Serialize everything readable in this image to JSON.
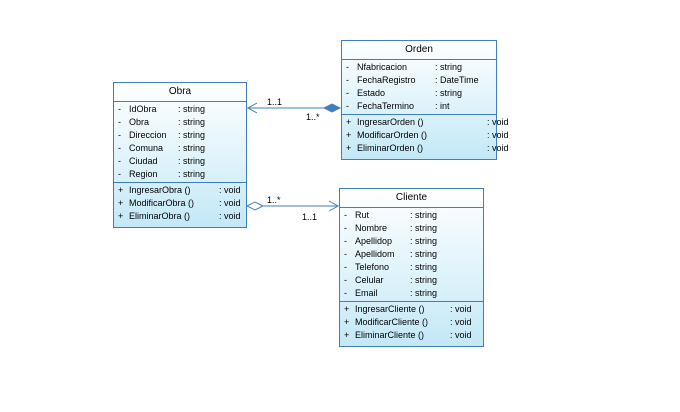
{
  "classes": {
    "obra": {
      "name": "Obra",
      "attributes": [
        {
          "vis": "-",
          "name": "IdObra",
          "type": ": string"
        },
        {
          "vis": "-",
          "name": "Obra",
          "type": ": string"
        },
        {
          "vis": "-",
          "name": "Direccion",
          "type": ": string"
        },
        {
          "vis": "-",
          "name": "Comuna",
          "type": ": string"
        },
        {
          "vis": "-",
          "name": "Ciudad",
          "type": ": string"
        },
        {
          "vis": "-",
          "name": "Region",
          "type": ": string"
        }
      ],
      "operations": [
        {
          "vis": "+",
          "name": "IngresarObra ()",
          "type": ": void"
        },
        {
          "vis": "+",
          "name": "ModificarObra ()",
          "type": ": void"
        },
        {
          "vis": "+",
          "name": "EliminarObra ()",
          "type": ": void"
        }
      ]
    },
    "orden": {
      "name": "Orden",
      "attributes": [
        {
          "vis": "-",
          "name": "Nfabricacion",
          "type": ": string"
        },
        {
          "vis": "-",
          "name": "FechaRegistro",
          "type": ": DateTime"
        },
        {
          "vis": "-",
          "name": "Estado",
          "type": ": string"
        },
        {
          "vis": "-",
          "name": "FechaTermino",
          "type": ": int"
        }
      ],
      "operations": [
        {
          "vis": "+",
          "name": "IngresarOrden ()",
          "type": ": void"
        },
        {
          "vis": "+",
          "name": "ModificarOrden ()",
          "type": ": void"
        },
        {
          "vis": "+",
          "name": "EliminarOrden ()",
          "type": ": void"
        }
      ]
    },
    "cliente": {
      "name": "Cliente",
      "attributes": [
        {
          "vis": "-",
          "name": "Rut",
          "type": ": string"
        },
        {
          "vis": "-",
          "name": "Nombre",
          "type": ": string"
        },
        {
          "vis": "-",
          "name": "Apellidop",
          "type": ": string"
        },
        {
          "vis": "-",
          "name": "Apellidom",
          "type": ": string"
        },
        {
          "vis": "-",
          "name": "Telefono",
          "type": ": string"
        },
        {
          "vis": "-",
          "name": "Celular",
          "type": ": string"
        },
        {
          "vis": "-",
          "name": "Email",
          "type": ": string"
        }
      ],
      "operations": [
        {
          "vis": "+",
          "name": "IngresarCliente ()",
          "type": ": void"
        },
        {
          "vis": "+",
          "name": "ModificarCliente ()",
          "type": ": void"
        },
        {
          "vis": "+",
          "name": "EliminarCliente ()",
          "type": ": void"
        }
      ]
    }
  },
  "relations": {
    "obra_orden": {
      "kind": "composition",
      "label_obra_end": "1..1",
      "label_orden_end": "1..*"
    },
    "obra_cliente": {
      "kind": "aggregation",
      "label_top": "1..*",
      "label_bottom": "1..1"
    }
  },
  "colors": {
    "border": "#3f7fbf",
    "fill_top": "#ffffff",
    "fill_bottom": "#c3e8f7",
    "connector": "#3f7fbf"
  }
}
